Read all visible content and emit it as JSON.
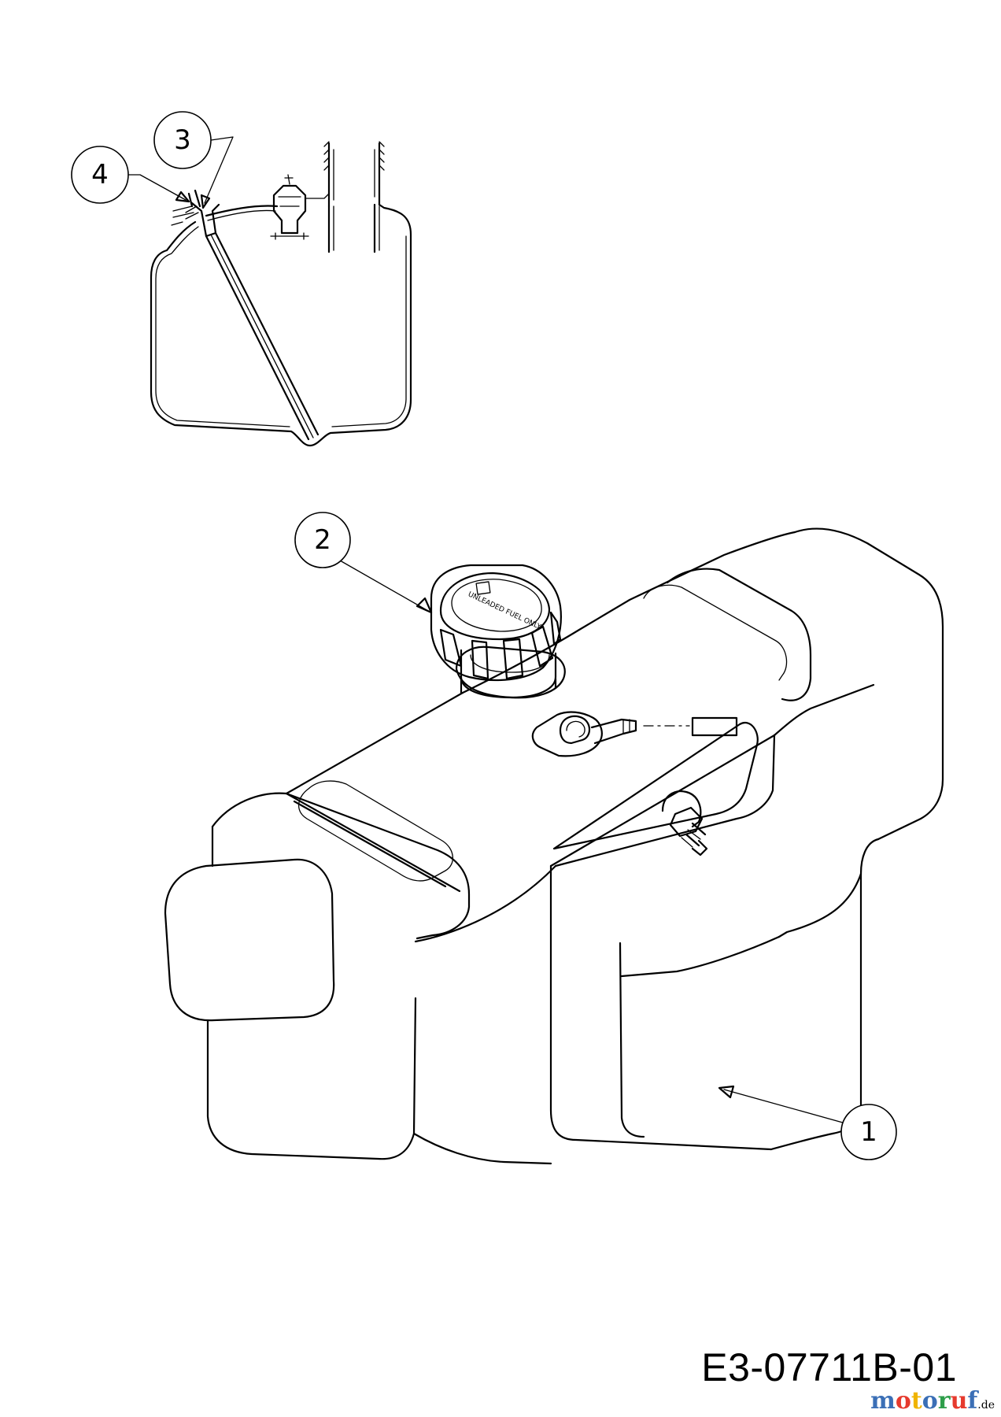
{
  "callouts": [
    {
      "id": "1",
      "label": "1"
    },
    {
      "id": "2",
      "label": "2"
    },
    {
      "id": "3",
      "label": "3"
    },
    {
      "id": "4",
      "label": "4"
    }
  ],
  "drawing_number": "E3-07711B-01",
  "watermark": {
    "text": "motoruf",
    "tld": ".de",
    "colors": [
      "#3b6fb6",
      "#e63a2e",
      "#f0b400",
      "#3b6fb6",
      "#2e9e4a",
      "#e63a2e",
      "#3b6fb6"
    ]
  },
  "cap_text": "UNLEADED FUEL ONLY"
}
